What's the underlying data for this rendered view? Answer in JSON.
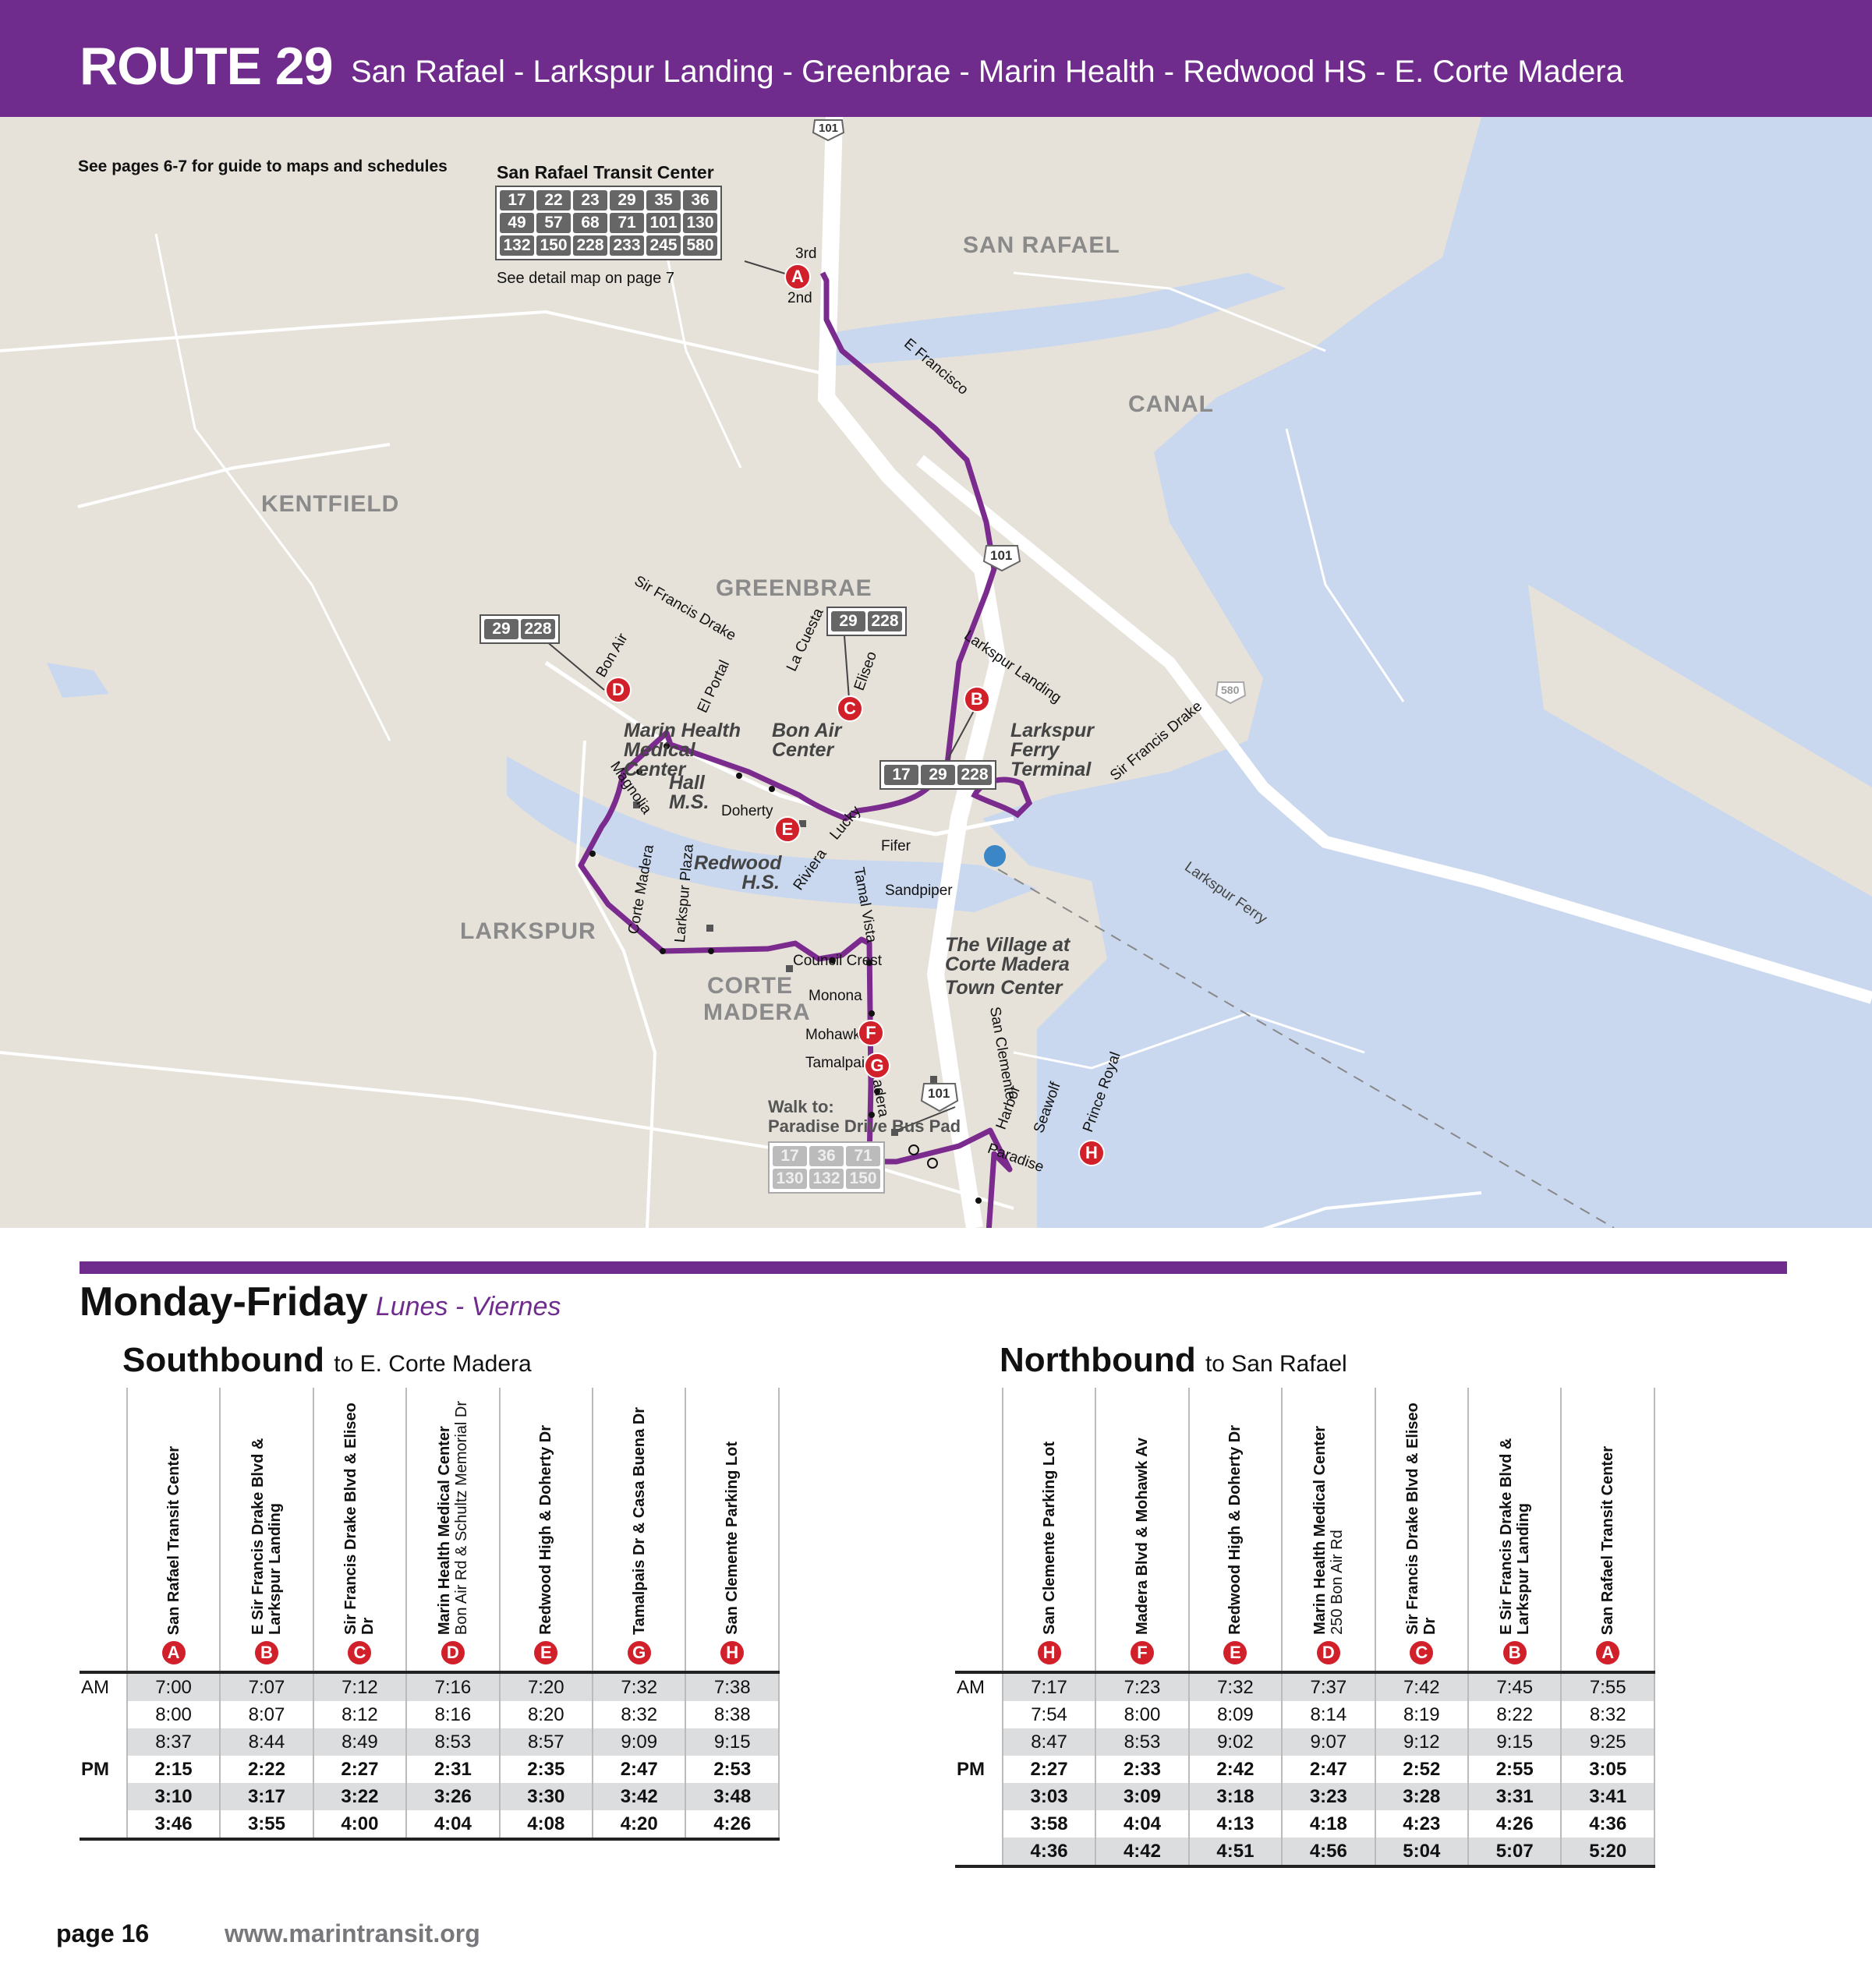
{
  "header": {
    "route": "ROUTE 29",
    "subtitle": "San Rafael - Larkspur Landing - Greenbrae - Marin Health - Redwood HS - E. Corte Madera",
    "color": "#6f2c8c"
  },
  "map": {
    "guide_note": "See pages 6-7 for guide to maps and schedules",
    "transit_center": {
      "title": "San Rafael Transit Center",
      "routes": [
        "17",
        "22",
        "23",
        "29",
        "35",
        "36",
        "49",
        "57",
        "68",
        "71",
        "101",
        "130",
        "132",
        "150",
        "228",
        "233",
        "245",
        "580"
      ],
      "note": "See detail map on page 7"
    },
    "areas": [
      "SAN RAFAEL",
      "CANAL",
      "KENTFIELD",
      "GREENBRAE",
      "LARKSPUR",
      "CORTE MADERA"
    ],
    "pois": {
      "marin_health": "Marin Health Medical Center",
      "bon_air": "Bon Air Center",
      "hall": "Hall M.S.",
      "redwood": "Redwood H.S.",
      "ferry": "Larkspur Ferry Terminal",
      "village": "The Village at Corte Madera",
      "town_center": "Town Center"
    },
    "streets": {
      "third": "3rd",
      "second": "2nd",
      "e_francisco": "E Francisco",
      "sfd": "Sir Francis Drake",
      "sfd2": "Sir Francis Drake",
      "bon_air": "Bon Air",
      "el_portal": "El Portal",
      "la_cuesta": "La Cuesta",
      "eliseo": "Eliseo",
      "larkspur_landing": "Larkspur Landing",
      "magnolia": "Magnolia",
      "doherty": "Doherty",
      "corte_madera": "Corte Madera",
      "larkspur_plaza": "Larkspur Plaza",
      "riviera": "Riviera",
      "lucky": "Lucky",
      "fifer": "Fifer",
      "tamal_vista": "Tamal Vista",
      "sandpiper": "Sandpiper",
      "council_crest": "Council Crest",
      "monona": "Monona",
      "mohawk": "Mohawk",
      "tamalpais": "Tamalpais",
      "madera": "Madera",
      "san_clemente": "San Clemente",
      "harbor": "Harbor",
      "seawolf": "Seawolf",
      "prince_royal": "Prince Royal",
      "paradise": "Paradise",
      "larkspur_ferry": "Larkspur Ferry"
    },
    "highways": {
      "us101": "101",
      "i580": "580"
    },
    "boxes": {
      "d": [
        "29",
        "228"
      ],
      "c": [
        "29",
        "228"
      ],
      "b": [
        "17",
        "29",
        "228"
      ]
    },
    "walk_to": {
      "label": "Walk to:",
      "place": "Paradise Drive Bus Pad",
      "routes": [
        "17",
        "36",
        "71",
        "130",
        "132",
        "150"
      ]
    },
    "stops": {
      "a": "A",
      "b": "B",
      "c": "C",
      "d": "D",
      "e": "E",
      "f": "F",
      "g": "G",
      "h": "H"
    }
  },
  "schedule": {
    "days": "Monday-Friday",
    "days_es": "Lunes - Viernes",
    "southbound": {
      "title": "Southbound",
      "to": "to E. Corte Madera",
      "stops": [
        {
          "letter": "A",
          "name": "San Rafael Transit Center",
          "sub": ""
        },
        {
          "letter": "B",
          "name": "E Sir Francis Drake Blvd & Larkspur Landing",
          "sub": ""
        },
        {
          "letter": "C",
          "name": "Sir Francis Drake Blvd & Eliseo Dr",
          "sub": ""
        },
        {
          "letter": "D",
          "name": "Marin Health Medical Center",
          "sub": "Bon Air Rd & Schultz Memorial Dr"
        },
        {
          "letter": "E",
          "name": "Redwood High & Doherty Dr",
          "sub": ""
        },
        {
          "letter": "G",
          "name": "Tamalpais Dr & Casa Buena Dr",
          "sub": ""
        },
        {
          "letter": "H",
          "name": "San Clemente Parking Lot",
          "sub": ""
        }
      ],
      "rows": [
        {
          "period": "AM",
          "times": [
            "7:00",
            "7:07",
            "7:12",
            "7:16",
            "7:20",
            "7:32",
            "7:38"
          ]
        },
        {
          "period": "",
          "times": [
            "8:00",
            "8:07",
            "8:12",
            "8:16",
            "8:20",
            "8:32",
            "8:38"
          ]
        },
        {
          "period": "",
          "times": [
            "8:37",
            "8:44",
            "8:49",
            "8:53",
            "8:57",
            "9:09",
            "9:15"
          ]
        },
        {
          "period": "PM",
          "times": [
            "2:15",
            "2:22",
            "2:27",
            "2:31",
            "2:35",
            "2:47",
            "2:53"
          ]
        },
        {
          "period": "",
          "times": [
            "3:10",
            "3:17",
            "3:22",
            "3:26",
            "3:30",
            "3:42",
            "3:48"
          ]
        },
        {
          "period": "",
          "times": [
            "3:46",
            "3:55",
            "4:00",
            "4:04",
            "4:08",
            "4:20",
            "4:26"
          ]
        }
      ]
    },
    "northbound": {
      "title": "Northbound",
      "to": "to San Rafael",
      "stops": [
        {
          "letter": "H",
          "name": "San Clemente Parking Lot",
          "sub": ""
        },
        {
          "letter": "F",
          "name": "Madera Blvd & Mohawk Av",
          "sub": ""
        },
        {
          "letter": "E",
          "name": "Redwood High & Doherty Dr",
          "sub": ""
        },
        {
          "letter": "D",
          "name": "Marin Health Medical Center",
          "sub": "250 Bon Air Rd"
        },
        {
          "letter": "C",
          "name": "Sir Francis Drake Blvd & Eliseo Dr",
          "sub": ""
        },
        {
          "letter": "B",
          "name": "E Sir Francis Drake Blvd & Larkspur Landing",
          "sub": ""
        },
        {
          "letter": "A",
          "name": "San Rafael Transit Center",
          "sub": ""
        }
      ],
      "rows": [
        {
          "period": "AM",
          "times": [
            "7:17",
            "7:23",
            "7:32",
            "7:37",
            "7:42",
            "7:45",
            "7:55"
          ]
        },
        {
          "period": "",
          "times": [
            "7:54",
            "8:00",
            "8:09",
            "8:14",
            "8:19",
            "8:22",
            "8:32"
          ]
        },
        {
          "period": "",
          "times": [
            "8:47",
            "8:53",
            "9:02",
            "9:07",
            "9:12",
            "9:15",
            "9:25"
          ]
        },
        {
          "period": "PM",
          "times": [
            "2:27",
            "2:33",
            "2:42",
            "2:47",
            "2:52",
            "2:55",
            "3:05"
          ]
        },
        {
          "period": "",
          "times": [
            "3:03",
            "3:09",
            "3:18",
            "3:23",
            "3:28",
            "3:31",
            "3:41"
          ]
        },
        {
          "period": "",
          "times": [
            "3:58",
            "4:04",
            "4:13",
            "4:18",
            "4:23",
            "4:26",
            "4:36"
          ]
        },
        {
          "period": "",
          "times": [
            "4:36",
            "4:42",
            "4:51",
            "4:56",
            "5:04",
            "5:07",
            "5:20"
          ]
        }
      ]
    }
  },
  "footer": {
    "page": "page 16",
    "url": "www.marintransit.org"
  }
}
